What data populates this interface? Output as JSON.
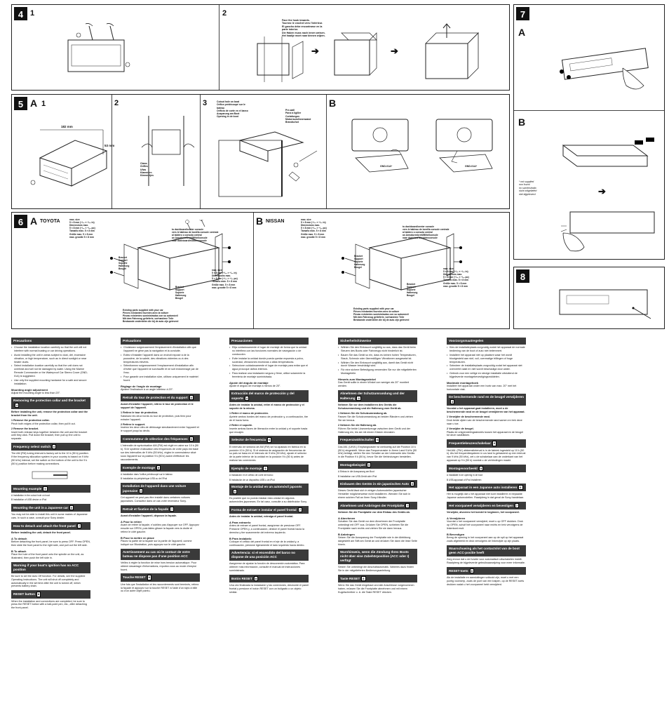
{
  "steps": {
    "s4": {
      "num": "4",
      "sub1": "1",
      "sub2": "2",
      "note": [
        "Face the hook inwards.",
        "Tournez le crochet vers l'intérieur.",
        "El gancho debe encontrarse en la",
        "parte interior.",
        "Die Haken muss nach innen weisen.",
        "Het haakje moet naar binnen wijzen."
      ]
    },
    "s5": {
      "num": "5",
      "letter_a": "A",
      "sub1": "1",
      "sub2": "2",
      "sub3": "3",
      "letter_b": "B",
      "dim_w": "182 mm",
      "dim_h": "53 mm",
      "claws": [
        "Claws",
        "Griffes",
        "Uñas",
        "Klammern",
        "Klemmetjes"
      ],
      "cutout": [
        "Cutout hole on boat",
        "Orifice prédécoupé sur le",
        "bateau",
        "Orificio de corte en el barco",
        "Ausparung am Boot",
        "Opening in de boot"
      ],
      "pre_wall": [
        "Pre-wall",
        "Paroi à ligiller",
        "Cortafuegos",
        "Motorraum/innenwand",
        "Brandschot"
      ],
      "ipod": [
        "GND-01A*",
        "GND-01A*"
      ],
      "not_supplied": [
        "* not supplied",
        "non fourni",
        "no suministrado",
        "nicht mitgeliefert",
        "niet bijgeleverd"
      ]
    },
    "s6": {
      "num": "6",
      "letter_a": "A",
      "brand_a": "TOYOTA",
      "letter_b": "B",
      "brand_b": "NISSAN",
      "max_size": [
        "max. size",
        "5 × 8 mm (⁵/₁₆ × ⁵/₁₆ in)",
        "Dimensions max.",
        "5 × 8 mm (⁵/₁₆ × ⁵/₁₆ po)",
        "Tamaño máx. 5 × 8 mm",
        "Größe max. 5 × 8 mm",
        "max. grootte 5 × 8 mm"
      ],
      "dash": [
        "to dashboard/center console",
        "vers le tableau de bord/la console centrale",
        "al tablero o consola central",
        "an Armaturenbrett/Mittelkonsole",
        "naar dashboard/middenconsole"
      ],
      "bracket": [
        "Bracket",
        "Support",
        "Soporte",
        "Halterung",
        "Beugel"
      ],
      "existing": [
        "Existing parts supplied with your car",
        "Pièces existantes fournies avec la voiture",
        "Piezas existentes suministradas con su automóvil",
        "Mit dem Fahrzeug gelieferte, vorhandene Teile",
        "Bestaande onderdelen die bij de auto zijn geleverd"
      ]
    },
    "s7": {
      "num": "7",
      "letter_a": "A",
      "letter_b": "B"
    },
    "s8": {
      "num": "8"
    }
  },
  "columns": {
    "en": {
      "precautions_title": "Precautions",
      "precautions": [
        "Choose the installation location carefully so that the unit will not interfere with normal boating or car driving operations.",
        "Avoid installing the unit in areas subject to dust, dirt, excessive vibration, or high temperature, such as in direct sunlight or near heater ducts.",
        "Select installation location carefully so that the unit does not overheat and will not be damaged by water. Using the Marine Remote Commander or the Waterproof Car Stereo Cover (GND-01A) is suggested.",
        "Use only the supplied mounting hardware for a safe and secure installation."
      ],
      "angle_title": "Mounting angle adjustment",
      "angle_text": "Adjust the mounting angle to less than 20°.",
      "removing_title": "Removing the protection collar and the bracket",
      "removing_tag": "4",
      "removing_text": "Before installing the unit, remove the protection collar and the bracket from the unit.",
      "removing_1": "1 Remove the protection collar.",
      "removing_1b": "Pinch both edges of the protection collar, then pull it out.",
      "removing_2": "2 Remove the bracket.",
      "removing_2b": "Insert both release keys together between the unit and the bracket until they click. Pull down the bracket, then pull up the unit to separate.",
      "freq_title": "Frequency select switch",
      "freq_tag": "6",
      "freq_text": "The AM (FM) tuning interval is factory set to the 10 k (50 k) position. If the frequency allocation system in your country is based on 9 kHz (50 kHz) interval, set the switch on the bottom of the unit to the 9 k (50 k) position before making connections.",
      "mount_title": "Mounting example",
      "mount_tag": "5",
      "mount_a": "A Installation in the cutout hole on boat",
      "mount_b": "B Installation of USB device or iPod",
      "japan_title": "Mounting the unit in a Japanese car",
      "japan_tag": "6",
      "japan_text": "You may not be able to install this unit in some makes of Japanese cars. In such a case, consult your Sony dealer.",
      "detach_title": "How to detach and attach the front panel",
      "detach_tag": "7",
      "detach_text": "Before installing the unit, detach the front panel.",
      "detach_a": "A To detach",
      "detach_a_text": "Before detaching the front panel, be sure to press OFF. Press OPEN, then slide the front panel to the right side, and pull out the left side.",
      "detach_b": "B To attach",
      "detach_b_text": "Place the hole of the front panel onto the spindle on the unit, as illustrated, then push the left side in.",
      "warn_title": "Warning if your boat's ignition has no ACC position",
      "warn_text": "Be sure to set the Auto Off function. For details, see the supplied Operating Instructions. The unit will shut off completely and automatically in the set time after the unit is turned off, which prevents battery drain.",
      "reset_title": "RESET button",
      "reset_tag": "8",
      "reset_text": "When the installation and connections are completed, be sure to press the RESET button with a ball-point pen, etc., after detaching the front panel."
    },
    "fr": {
      "precautions_title": "Précautions",
      "precautions": [
        "Choisissez soigneusement l'emplacement d'installation afin que l'appareil ne gêne pas la navigation et la conduite.",
        "Evitez d'installer l'appareil dans un endroit exposé à de la poussière, de la saleté, des vibrations violentes ou à des températures élevées.",
        "Sélectionnez soigneusement l'emplacement d'installation afin d'éviter que l'appareil ne surchauffe et ne soit endommagé par de l'eau.",
        "Pour garantir une installation sûre, utilisez uniquement le matériel fourni."
      ],
      "angle_title": "Réglage de l'angle de montage",
      "angle_text": "Ajustez l'inclinaison à un angle inférieur à 20°.",
      "removing_title": "Retrait du tour de protection et du support",
      "removing_tag": "4",
      "removing_text": "Avant d'installer l'appareil, retirez le tour de protection et le support de l'appareil.",
      "removing_1": "1 Retirez le tour de protection.",
      "removing_1b": "Saisissez les deux bords du tour de protection, puis tirez pour extraire l'appareil.",
      "removing_2": "2 Retirez le support.",
      "removing_2b": "Insérez les deux clés de déblocage simultanément entre l'appareil et le support jusqu'au déclic.",
      "freq_title": "Commutateur de sélection des fréquences",
      "freq_tag": "6",
      "freq_text": "L'intervalle de syntonisation AM (FM) est réglé en usine sur 10 k (50 k). Si le système d'allocation des fréquences de votre pays est basé sur des intervalles de 9 kHz (50 kHz), réglez le commutateur situé sous l'appareil sur la position 9 k (50 k) avant d'effectuer les raccordements.",
      "mount_title": "Exemple de montage",
      "mount_tag": "5",
      "mount_a": "A Installation dans l'orifice prédécoupé sur le bateau",
      "mount_b": "B Installation du périphérique USB ou de l'iPod",
      "japan_title": "Installation de l'appareil dans une voiture japonaise",
      "japan_tag": "6",
      "japan_text": "Cet appareil ne peut pas être installé dans certaines voitures japonaises. Consultez dans ce cas votre revendeur Sony.",
      "detach_title": "Retrait et fixation de la façade",
      "detach_tag": "7",
      "detach_text": "Avant d'installer l'appareil, déposez la façade.",
      "detach_a": "A Pour la retirer",
      "detach_a_text": "Avant de retirer la façade, n'oubliez pas d'appuyer sur OFF. Appuyez ensuite sur OPEN, puis faites glisser la façade vers la droite et retirez le côté gauche.",
      "detach_b": "B Pour la mettre en place",
      "detach_b_text": "Placez la partie de la façade sur la partie de l'appareil, comme indiqué sur l'illustration, puis appuyez sur le côté gauche.",
      "warn_title": "Avertissement au cas où le contact de votre bateau ne dispose pas d'une position ACC",
      "warn_text": "Veillez à régler la fonction de mise hors tension automatique. Pour obtenir davantage d'informations, reportez-vous au mode d'emploi fourni.",
      "reset_title": "Touche RESET",
      "reset_tag": "8",
      "reset_text": "Une fois que l'installation et les raccordements sont terminés, retirez la façade et appuyez sur la touche RESET à l'aide d'un stylo à bille ou d'un autre objet pointu."
    },
    "es": {
      "precautions_title": "Precauciones",
      "precautions": [
        "Elija cuidadosamente el lugar de montaje de forma que la unidad no interfiera con las funciones normales de navegación o de conducción.",
        "Evite instalar la unidad donde pueda quedar expuesta a polvo, suciedad, vibraciones excesivas o altas temperaturas.",
        "Seleccione cuidadosamente el lugar de montaje para evitar que el agua provoque daños internos.",
        "Para realizar una instalación segura y firme, utilice solamente la ferretería de montaje suministrada."
      ],
      "angle_title": "Ajuste del ángulo de montaje",
      "angle_text": "Ajuste el ángulo de montaje a menos de 20°.",
      "removing_title": "Extracción del marco de protección y del soporte",
      "removing_tag": "4",
      "removing_text": "Antes de instalar la unidad, retire el marco de protección y el soporte de la misma.",
      "removing_1": "1 Retire el marco de protección.",
      "removing_1b": "Apriete ambos bordes del marco de protección y, a continuación, tire de él hacia fuera.",
      "removing_2": "2 Retire el soporte.",
      "removing_2b": "Inserte ambas llaves de liberación entre la unidad y el soporte hasta que encajen.",
      "freq_title": "Selector de frecuencia",
      "freq_tag": "6",
      "freq_text": "El intervalo de sintonía de AM (FM) se ha ajustado en fábrica en la posición 10 k (50 k). Si el sistema de asignación de frecuencias de su país se basa en el intervalo de 9 kHz (50 kHz), ajuste el selector de la parte inferior de la unidad en la posición 9 k (50 k) antes de realizar las conexiones.",
      "mount_title": "Ejemplo de montaje",
      "mount_tag": "5",
      "mount_a": "A Instalación en el orificio de corte del barco",
      "mount_b": "B Instalación de un dispositivo USB o un iPod",
      "japan_title": "Montaje de la unidad en un automóvil japonés",
      "japan_tag": "6",
      "japan_text": "Es posible que no pueda instalar esta unidad en algunos automóviles japoneses. En tal caso, consulte a su distribuidor Sony.",
      "detach_title": "Forma de extraer e instalar el panel frontal",
      "detach_tag": "7",
      "detach_text": "Antes de instalar la unidad, extraiga el panel frontal.",
      "detach_a": "A Para extraerlo",
      "detach_a_text": "Antes de extraer el panel frontal, asegúrese de presionar OFF. Presione OPEN y, a continuación, deslice el panel frontal hacia la derecha y tire suavemente del extremo izquierdo.",
      "detach_b": "B Para instalarlo",
      "detach_b_text": "Coloque el orificio del panel frontal en el eje de la unidad y, a continuación, presione ligeramente el lado izquierdo hacia dentro.",
      "warn_title": "Advertencia: si el encendido del barco no dispone de una posición ACC",
      "warn_text": "Asegúrese de ajustar la función de desconexión automática. Para obtener más información, consulte el manual de instrucciones suministrado.",
      "reset_title": "Botón RESET",
      "reset_tag": "8",
      "reset_text": "Una vez finalizada la instalación y las conexiones, desmonte el panel frontal y presione el botón RESET con un bolígrafo o un objeto similar."
    },
    "de": {
      "precautions_title": "Sicherheitshinweise",
      "precautions": [
        "Wählen Sie den Einbauort sorgfältig so aus, dass das Gerät beim Steuern des Boots oder Fahrzeugs nicht hinderlich ist.",
        "Bauen Sie das Gerät so ein, dass es keinen hohen Temperaturen, Staub, Schmutz oder übermäßigen Vibrationen ausgesetzt ist.",
        "Wählen Sie den Einbauort sorgfältig aus, damit das Gerät nicht durch Wasser beschädigt wird.",
        "Für eine sichere Befestigung verwenden Sie nur die mitgelieferten Montageteile."
      ],
      "angle_title": "Hinweis zum Montagewinkel",
      "angle_text": "Das Gerät sollte in einem Winkel von weniger als 20° montiert werden.",
      "removing_title": "Abnehmen der Schutzumrandung und der Halterung",
      "removing_tag": "4",
      "removing_text": "Nehmen Sie vor dem Installieren des Geräts die Schutzumrandung und die Halterung vom Gerät ab.",
      "removing_1": "1 Nehmen Sie die Schutzumrandung ab.",
      "removing_1b": "Fassen Sie die Schutzumrandung an beiden Rändern und ziehen Sie sie heraus.",
      "removing_2": "2 Nehmen Sie die Halterung ab.",
      "removing_2b": "Führen Sie beide Lösewerkzeuge zwischen dem Gerät und der Halterung ein, bis sie mit einem Klicken einrasten.",
      "freq_title": "Frequenzwählschalter",
      "freq_tag": "6",
      "freq_text": "Das AM- (UKW-) Empfangsraster ist werkseitig auf die Position 10 k (50 k) eingestellt. Wenn das Frequenzraster in Ihrem Land 9 kHz (50 kHz) beträgt, stellen Sie den Schalter an der Unterseite des Geräts in die Position 9 k (50 k), bevor Sie die Verbindungen herstellen.",
      "mount_title": "Montagebeispiel",
      "mount_tag": "5",
      "mount_a": "A Einbau in die Aussparung am Boot",
      "mount_b": "B Installation von USB-Gerät oder iPod",
      "japan_title": "Einbauen des Geräts in ein japanisches Auto",
      "japan_tag": "6",
      "japan_text": "Dieses Gerät lässt sich in einigen Automodellen japanischer Hersteller möglicherweise nicht installieren. Wenden Sie sich in einem solchen Fall an Ihren Sony-Händler.",
      "detach_title": "Abnehmen und Anbringen der Frontplatte",
      "detach_tag": "7",
      "detach_text": "Nehmen Sie die Frontplatte vor dem Einbau des Geräts ab.",
      "detach_a": "A Abnehmen",
      "detach_a_text": "Schalten Sie das Gerät vor dem Abnehmen der Frontplatte unbedingt mit OFF aus. Drücken Sie OPEN, schieben Sie die Frontplatte nach rechts und ziehen Sie sie dann heraus.",
      "detach_b": "B Anbringen",
      "detach_b_text": "Setzen Sie die Aussparung der Frontplatte wie in der Abbildung dargestellt am Stift am Gerät an und drücken Sie dann die linke Seite hinein.",
      "warn_title": "Warnhinweis, wenn die Zündung Ihres Boots nicht über eine Zubehörposition (ACC oder I) verfügt",
      "warn_text": "Setzen Sie unbedingt die Abschaltautomatik. Näheres dazu finden Sie in der mitgelieferten Bedienungsanleitung.",
      "reset_title": "Taste RESET",
      "reset_tag": "8",
      "reset_text": "Wenn Sie das Gerät eingebaut und alle Anschlüsse vorgenommen haben, müssen Sie die Frontplatte abnehmen und mit einem Kugelschreiber o. ä. die Taste RESET drücken."
    },
    "nl": {
      "precautions_title": "Voorzorgsmaatregelen",
      "precautions": [
        "Kies de installatieplaats zorgvuldig zodat het apparaat de normale bediening van de boot of auto niet belemmert.",
        "Installeer het apparaat niet op plaatsen waar het wordt blootgesteld aan stof, vuil, overmatige trillingen of hoge temperaturen.",
        "Selecteer de installatieplaats zorgvuldig zodat het apparaat niet oververhit raakt en niet wordt beschadigd door water.",
        "Gebruik voor een veilige en stevige installatie uitsluitend de bijgeleverde montagebevestigingsmiddelen."
      ],
      "angle_title": "Maximale montagehoek",
      "angle_text": "Installeer het apparaat onder een hoek van max. 20° met het horizontale vlak.",
      "removing_title": "De beschermende rand en de beugel verwijderen",
      "removing_tag": "4",
      "removing_text": "Voordat u het apparaat gaat installeren, moet u de beschermende rand en de beugel verwijderen van het apparaat.",
      "removing_1": "1 Verwijder de beschermende rand.",
      "removing_1b": "Druk beide zijden van de beschermende rand samen en trek deze naar u toe.",
      "removing_2": "2 Verwijder de beugel.",
      "removing_2b": "Plaats de ontgrendelingssleutels tussen het apparaat en de beugel tot deze vastklikken.",
      "freq_title": "Frequentiekeuzeschakelaar",
      "freq_tag": "6",
      "freq_text": "Het AM- (FM-) afstemstinterval is in de fabriek ingesteld op 10 k (50 k). Als het frequentiesysteem in uw land is gebaseerd op een interval van 9 kHz (50 kHz), zet u de schakelaar aan de onderkant van het apparaat op 9 k (50 k) voordat u de verbindingen maakt.",
      "mount_title": "Montagevoorbeeld",
      "mount_tag": "5",
      "mount_a": "A Installatie in de opening in de boot",
      "mount_b": "B USB-apparaat of iPod installeren",
      "japan_title": "Het apparaat in een Japanse auto installeren",
      "japan_tag": "6",
      "japan_text": "Het is mogelijk dat u het apparaat niet kunt installeren in bepaalde Japanse automodellen. Raadpleeg in dat geval de Sony-handelaar.",
      "detach_title": "Het voorpaneel verwijderen en bevestigen",
      "detach_tag": "7",
      "detach_text": "Verwijder, alvorens het toestel te beginnen, het voorpaneel.",
      "detach_a": "A Verwijderen",
      "detach_a_text": "Voordat u het voorpaneel verwijdert, moet u op OFF drukken. Druk op OPEN, schuif het voorpaneel naar rechts en trek vervolgens de linkerkant eruit.",
      "detach_b": "B Bevestigen",
      "detach_b_text": "Breng de opening in het voorpaneel aan op de spil op het apparaat zoals afgebeeld en druk vervolgens de linkerzijde op zijn plaats.",
      "warn_title": "Waarschuwing als het contactslot van de boot geen ACC-positie heeft",
      "warn_text": "Zorg ervoor dat u de functie voor automatisch uitschakelen instelt. Raadpleeg de bijgeleverde gebruiksaanwijzing voor meer informatie.",
      "reset_title": "RESET-toets",
      "reset_tag": "8",
      "reset_text": "Als de installatie en aansluitingen voltooid zijn, moet u met een puntig voorwerp, zoals de punt van een balpen, op de RESET-toets drukken nadat u het voorpaneel hebt verwijderd."
    }
  }
}
